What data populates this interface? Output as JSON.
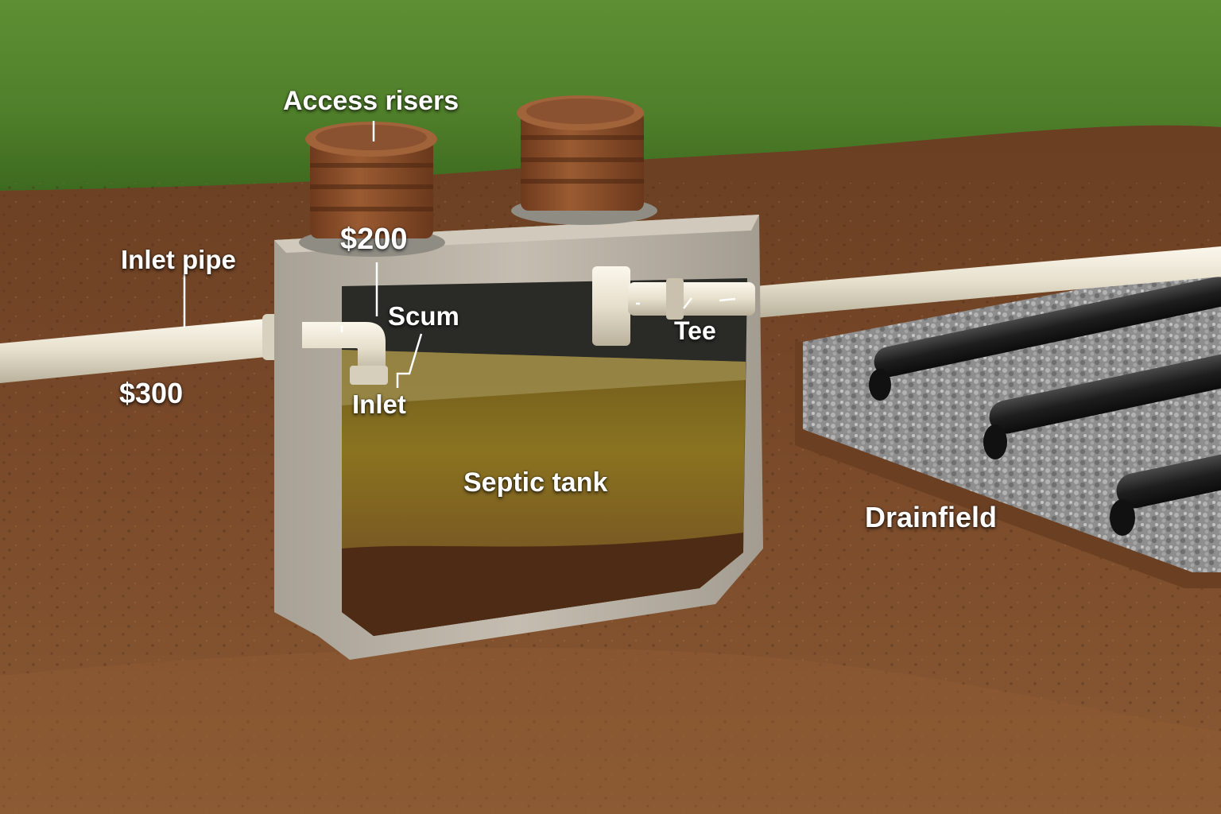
{
  "diagram": {
    "labels": {
      "access_risers": "Access risers",
      "inlet_pipe": "Inlet pipe",
      "price_inlet_pipe": "$300",
      "price_riser": "$200",
      "scum": "Scum",
      "inlet": "Inlet",
      "tee": "Tee",
      "septic_tank": "Septic tank",
      "drainfield": "Drainfield"
    },
    "colors": {
      "grass": "#4f7f2a",
      "soil": "#7a4a2a",
      "concrete": "#bdb6a9",
      "effluent": "#8a7320",
      "sludge": "#5a3518",
      "pvc_pipe": "#ece6d6",
      "riser": "#8b4f2b",
      "gravel": "#9a9a9a",
      "perforated_pipe": "#1e1e1e",
      "label_text": "#ffffff"
    }
  }
}
